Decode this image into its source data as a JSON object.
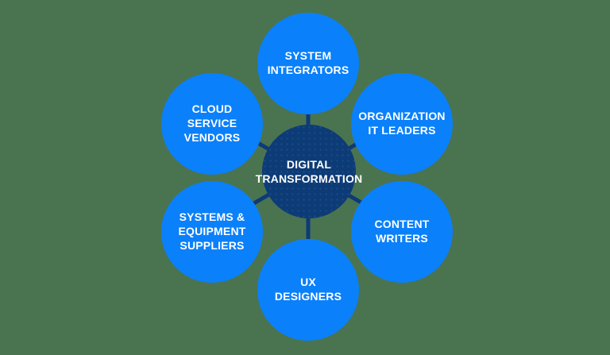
{
  "diagram": {
    "type": "hub-and-spoke",
    "background_color": "#4a7350",
    "node_color": "#0a80fb",
    "hub_color": "#0d3b76",
    "text_color": "#ffffff",
    "hub": {
      "label": "DIGITAL\nTRANSFORMATION"
    },
    "nodes": [
      {
        "label": "SYSTEM\nINTEGRATORS"
      },
      {
        "label": "ORGANIZATION\nIT LEADERS"
      },
      {
        "label": "CONTENT\nWRITERS"
      },
      {
        "label": "UX DESIGNERS"
      },
      {
        "label": "SYSTEMS &\nEQUIPMENT\nSUPPLIERS"
      },
      {
        "label": "CLOUD\nSERVICE\nVENDORS"
      }
    ]
  }
}
